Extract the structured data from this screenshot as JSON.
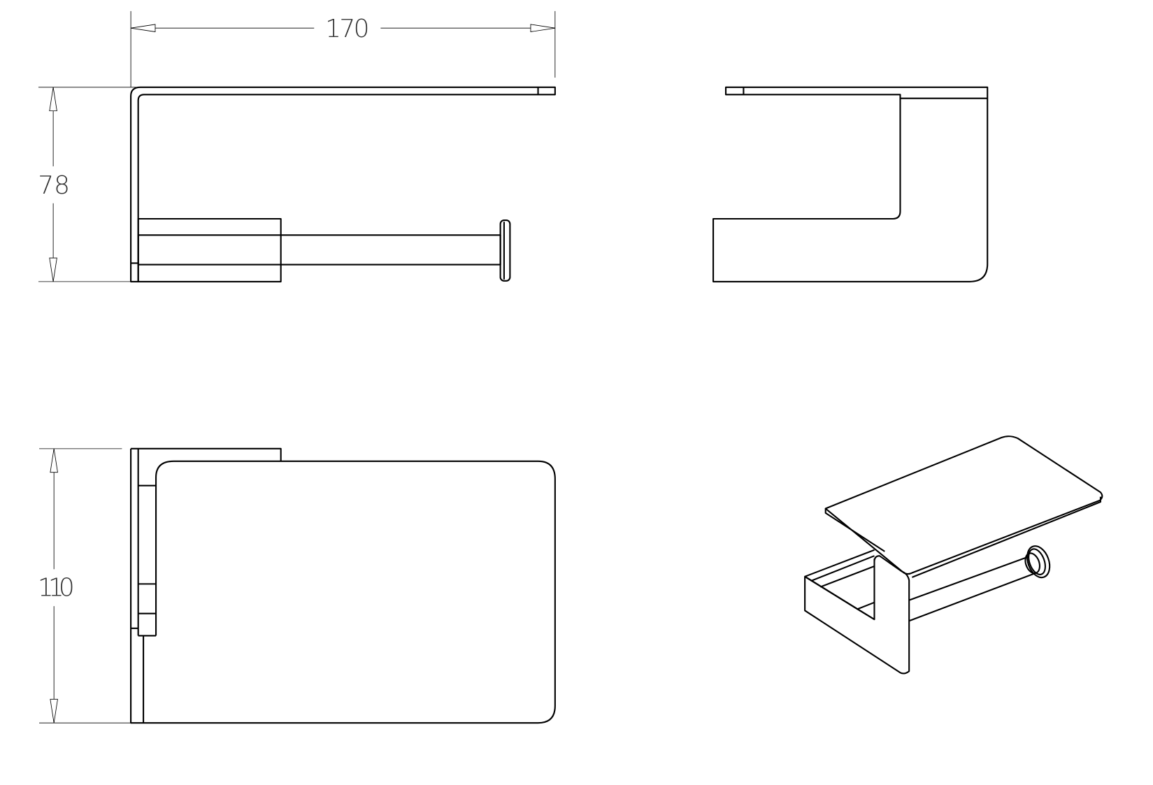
{
  "drawing": {
    "dimensions": {
      "width": "170",
      "height": "78",
      "depth": "110"
    },
    "colors": {
      "line": "#000000",
      "background": "#ffffff"
    }
  }
}
